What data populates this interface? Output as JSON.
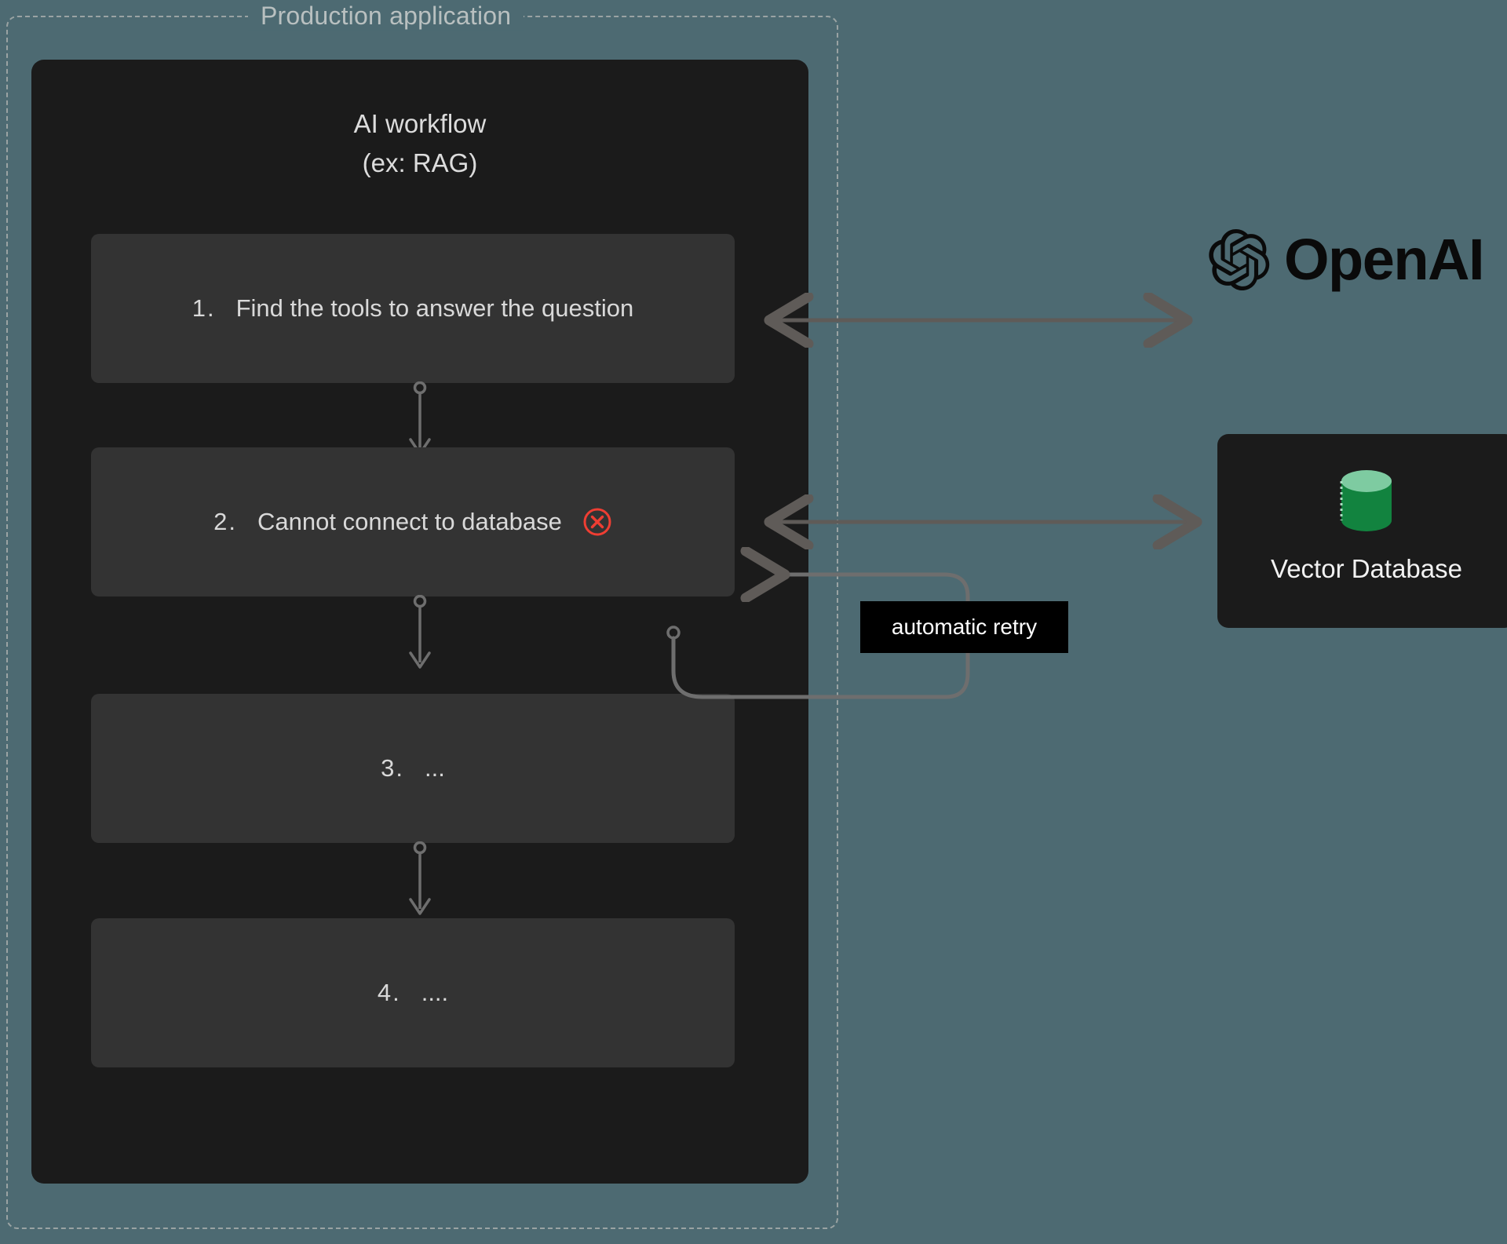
{
  "diagram": {
    "boundary_label": "Production application",
    "background_color": "#4d6a72",
    "panel_color": "#1b1b1b",
    "step_color": "#333333",
    "accent_error_color": "#ef3e33",
    "connector_color": "#6e6e6e"
  },
  "workflow": {
    "title": "AI workflow\n(ex: RAG)",
    "steps": [
      {
        "num": "1.",
        "text": "Find the tools to answer the question",
        "has_error": false
      },
      {
        "num": "2.",
        "text": "Cannot connect to database",
        "has_error": true
      },
      {
        "num": "3.",
        "text": "...",
        "has_error": false
      },
      {
        "num": "4.",
        "text": "....",
        "has_error": false
      }
    ]
  },
  "services": {
    "openai": {
      "name": "OpenAI",
      "icon": "openai-knot-icon"
    },
    "vector_database": {
      "name": "Vector Database",
      "icon": "database-cylinder-icon",
      "icon_colors": {
        "top": "#7ecba1",
        "body": "#12833f"
      }
    }
  },
  "annotations": {
    "retry_label": "automatic retry"
  }
}
